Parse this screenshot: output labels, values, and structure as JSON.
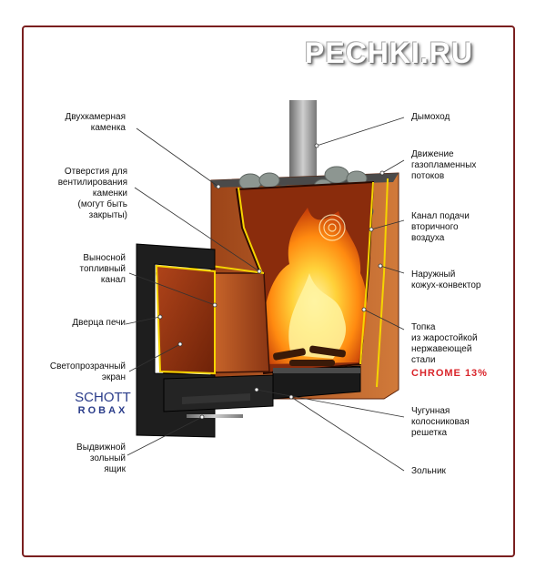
{
  "logo": "PECHKI.RU",
  "labels": {
    "dvuhkamernaya": "Двухкамерная\nкаменка",
    "otverstiya": "Отверстия для\nвентилирования\nкаменки\n(могут быть\nзакрыты)",
    "vynosnoy": "Выносной\nтопливный\nканал",
    "dverca": "Дверца печи",
    "svetoprozrachny": "Светопрозрачный\nэкран",
    "vydvizhnoy": "Выдвижной\nзольный\nящик",
    "dymohod": "Дымоход",
    "dvizhenie": "Движение\nгазопламенных\nпотоков",
    "kanal": "Канал подачи\nвторичного\nвоздуха",
    "naruzhny": "Наружный\nкожух-конвектор",
    "topka": "Топка\nиз жаростойкой\nнержавеющей\nстали",
    "chrome": "CHROME 13%",
    "chugunnaya": "Чугунная\nколосниковая\nрешетка",
    "zolnik": "Зольник"
  },
  "schott": {
    "line1": "SCHOTT",
    "line2": "ROBAX"
  },
  "colors": {
    "frame": "#7a1f1f",
    "accent": "#d9242a",
    "copper": "#b5531e",
    "flame": "#ff9a10",
    "schott": "#2a3c8a"
  }
}
